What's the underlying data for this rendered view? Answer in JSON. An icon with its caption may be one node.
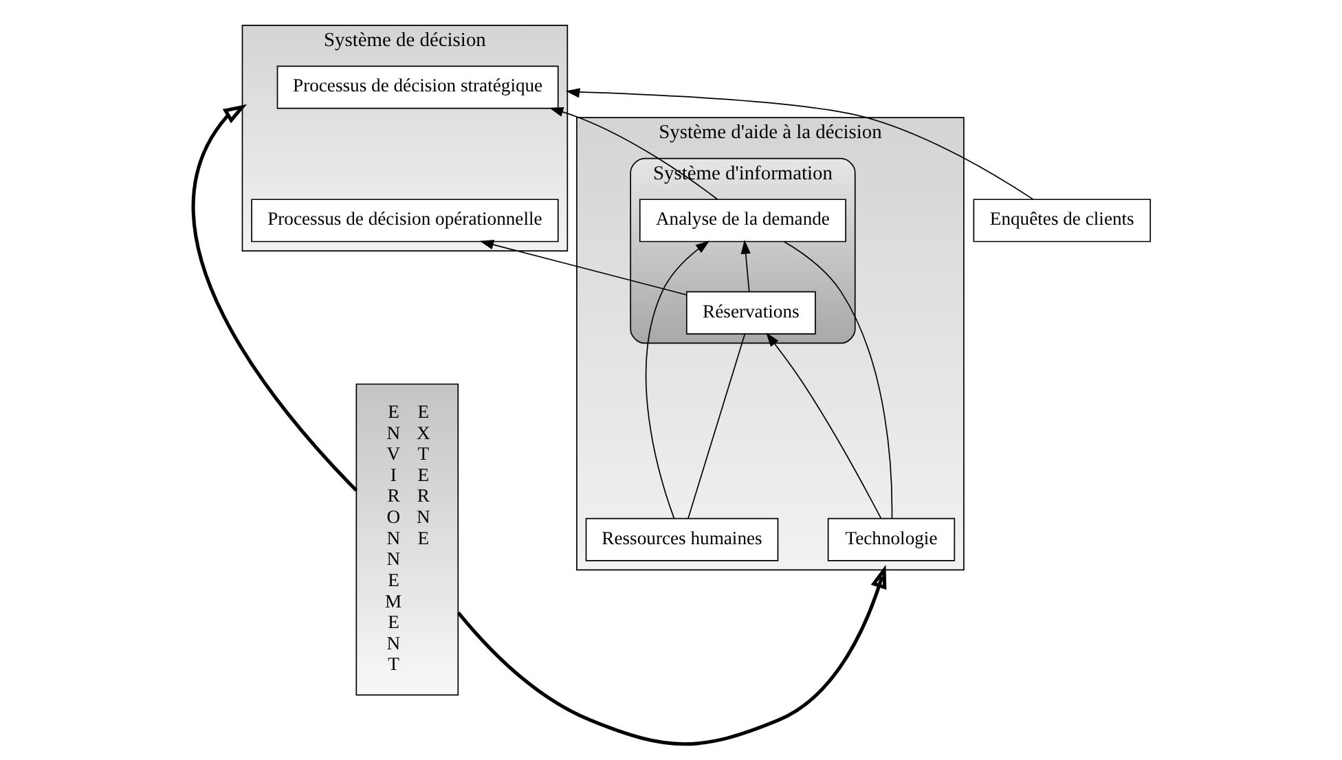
{
  "diagram": {
    "nodes": [
      {
        "text": [
          "ENVIRONNEMENT",
          "EXTERNE"
        ]
      },
      {
        "text": [
          "Enquêtes de clients"
        ]
      },
      {
        "text": [
          "Système de décision"
        ]
      },
      {
        "text": [
          "Processus de décision stratégique"
        ],
        "in": 2
      },
      {
        "text": [
          "Processus de décision opérationnelle"
        ],
        "in": 2
      },
      {
        "text": [
          "Système d'aide à la décision"
        ]
      },
      {
        "text": [
          "Système d'information"
        ],
        "in": 5
      },
      {
        "text": [
          "Analyse de la demande"
        ],
        "in": 6
      },
      {
        "text": [
          "Réservations"
        ],
        "in": 6
      },
      {
        "text": [
          "Technologie"
        ],
        "in": 5
      },
      {
        "text": [
          "Ressources humaines"
        ],
        "in": 5
      }
    ],
    "edges": [
      {
        "from": 1,
        "to": 2,
        "arrow": "to"
      },
      {
        "from": 0,
        "to": 2,
        "arrow": "to",
        "style": "thick"
      },
      {
        "from": 0,
        "to": 5,
        "arrow": "to",
        "style": "thick"
      },
      {
        "from": 7,
        "to": 3,
        "arrow": "to"
      },
      {
        "from": 8,
        "to": 4,
        "arrow": "to"
      },
      {
        "from": 8,
        "to": 7,
        "arrow": "to"
      },
      {
        "from": 9,
        "to": 8,
        "arrow": "to"
      },
      {
        "from": 10,
        "to": 7,
        "arrow": "to"
      },
      {
        "from": 9,
        "to": 7,
        "arrow": "none"
      },
      {
        "from": 10,
        "to": 8,
        "arrow": "none"
      }
    ]
  }
}
